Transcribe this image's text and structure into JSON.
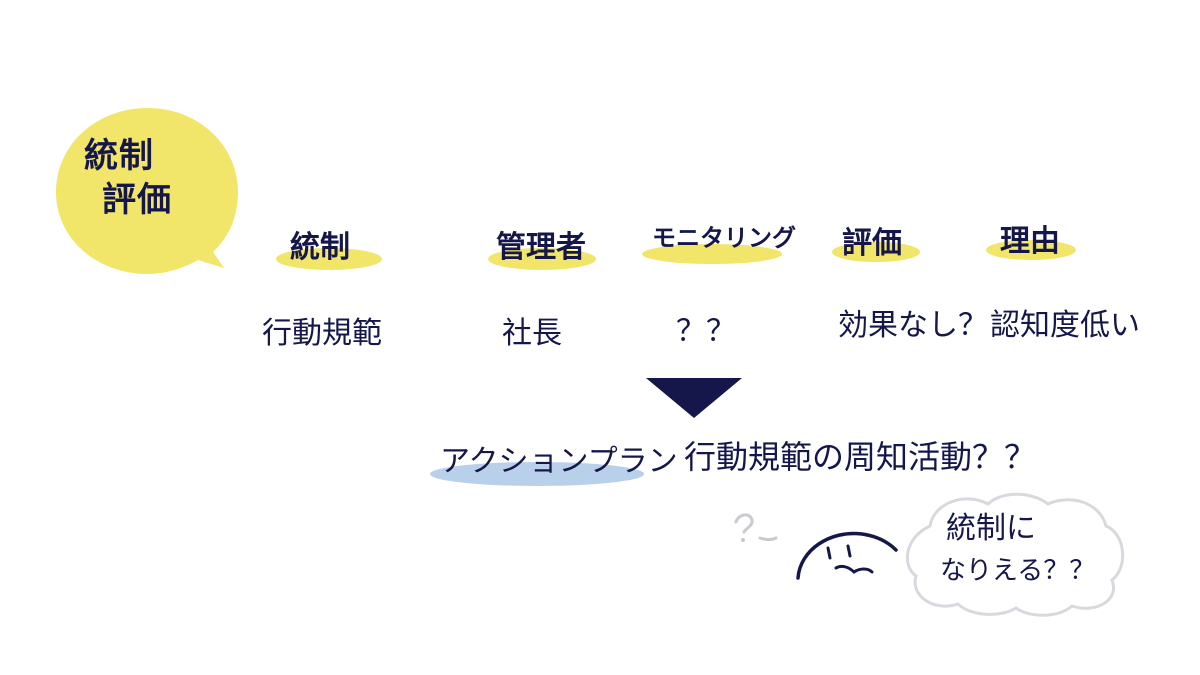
{
  "bubble": {
    "line1": "統制",
    "line2": "評価",
    "color": "#f1e56a"
  },
  "columns": [
    {
      "header": "統制",
      "value": "行動規範"
    },
    {
      "header": "管理者",
      "value": "社長"
    },
    {
      "header": "モニタリング",
      "value": "？？"
    },
    {
      "header": "評価",
      "value": "効果なし？"
    },
    {
      "header": "理由",
      "value": "認知度低い"
    }
  ],
  "action": {
    "label": "アクションプラン",
    "text": "行動規範の周知活動？？"
  },
  "thought": {
    "line1": "統制に",
    "line2": "なりえる？？",
    "question": "?"
  },
  "colors": {
    "ink": "#15174a",
    "highlight": "#f1e56a",
    "action_highlight": "#b9d0ea",
    "cloud": "#d8d8df"
  }
}
